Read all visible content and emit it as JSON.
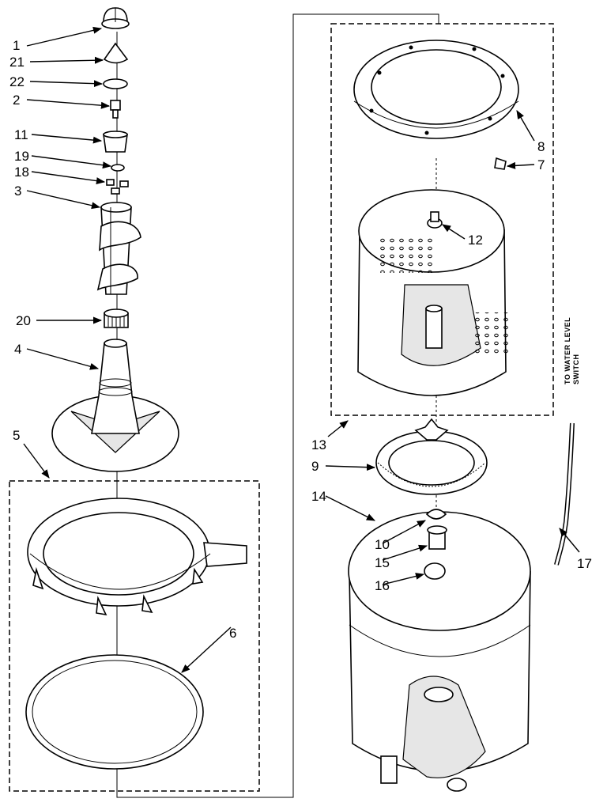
{
  "callouts": {
    "c1": "1",
    "c21": "21",
    "c22": "22",
    "c2": "2",
    "c11": "11",
    "c19": "19",
    "c18": "18",
    "c3": "3",
    "c20": "20",
    "c4": "4",
    "c5": "5",
    "c6": "6",
    "c8": "8",
    "c7": "7",
    "c12": "12",
    "c13": "13",
    "c9": "9",
    "c14": "14",
    "c10": "10",
    "c15": "15",
    "c16": "16",
    "c17": "17"
  },
  "hose_note": {
    "line1": "TO WATER LEVEL",
    "line2": "SWITCH"
  }
}
